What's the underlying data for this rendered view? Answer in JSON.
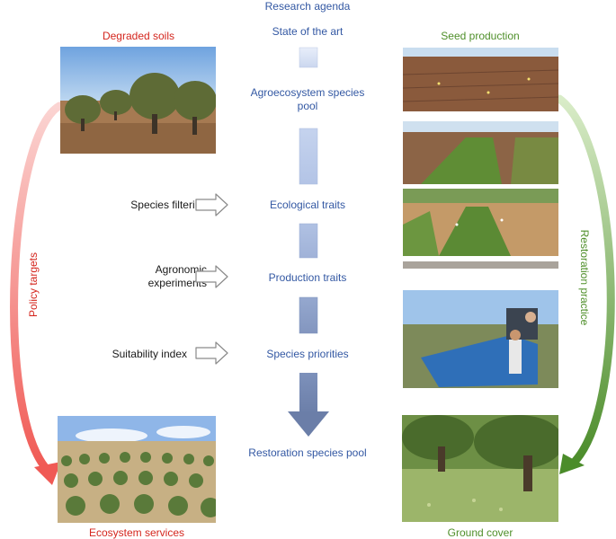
{
  "header": {
    "title": "Research agenda"
  },
  "left": {
    "top_label": "Degraded soils",
    "bottom_label": "Ecosystem services",
    "arrow_label": "Policy targets"
  },
  "right": {
    "top_label": "Seed production",
    "bottom_label": "Ground cover",
    "arrow_label": "Restoration practice"
  },
  "center": {
    "steps": [
      "State of the art",
      "Agroecosystem species pool",
      "Ecological traits",
      "Production traits",
      "Species priorities",
      "Restoration species pool"
    ],
    "methods": [
      "Species filtering",
      "Agronomic experiments",
      "Suitability index"
    ]
  },
  "colors": {
    "red": "#d4261e",
    "green": "#4f8f2a",
    "blue": "#3358a3",
    "bar_light": "#cdd9f0",
    "bar_dark": "#6f84b0"
  }
}
